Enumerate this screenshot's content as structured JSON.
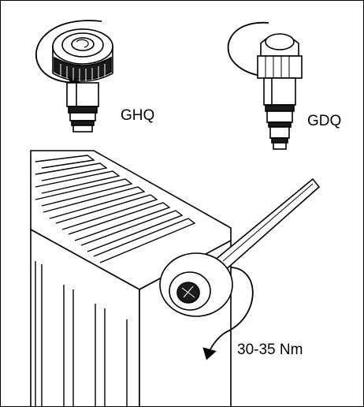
{
  "labels": {
    "ghq": "GHQ",
    "gdq": "GDQ",
    "torque": "30-35 Nm"
  },
  "icons": [
    "rotation-arrow-icon",
    "rotation-arrow-icon",
    "rotation-arrow-icon"
  ],
  "colors": {
    "line": "#000000",
    "fill": "#ffffff",
    "shade": "#1a1a1a"
  }
}
